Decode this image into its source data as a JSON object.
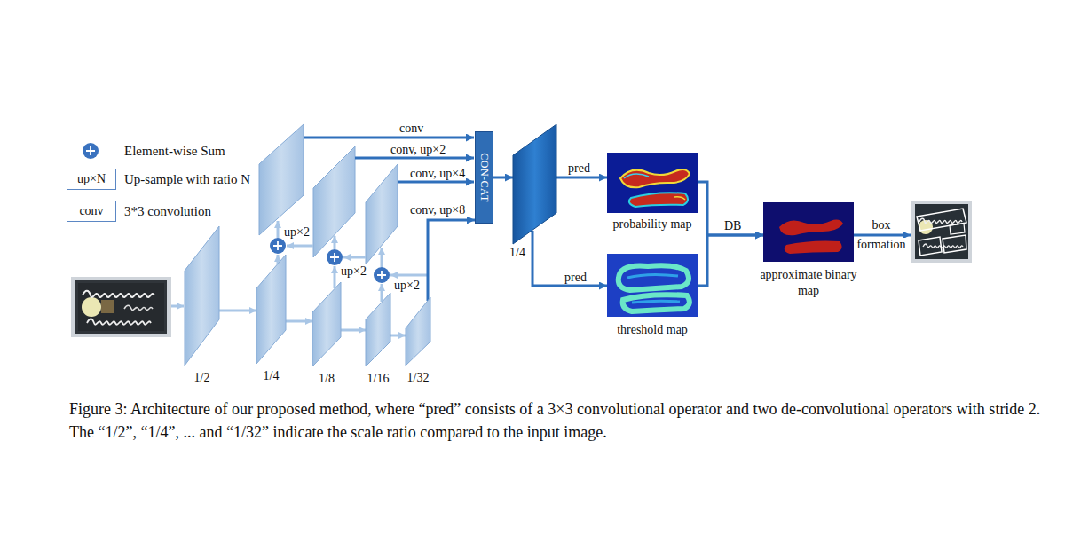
{
  "diagram": {
    "caption": "Figure 3: Architecture of our proposed method, where “pred” consists of a 3×3 convolutional operator and two de-convolutional operators with stride 2. The “1/2”, “1/4”, ... and “1/32” indicate the scale ratio compared to the input image.",
    "nodes": [
      {
        "text": [
          "up×N"
        ]
      },
      {
        "text": [
          "conv"
        ]
      },
      {
        "text": [
          "1/2"
        ]
      },
      {
        "text": [
          "1/4"
        ]
      },
      {
        "text": [
          "1/8"
        ]
      },
      {
        "text": [
          "1/16"
        ]
      },
      {
        "text": [
          "1/32"
        ]
      },
      {
        "text": [
          "CON-CAT"
        ]
      },
      {
        "text": [
          "1/4"
        ]
      },
      {
        "text": [
          "probability map"
        ]
      },
      {
        "text": [
          "threshold map"
        ]
      },
      {
        "text": [
          "approximate binary map"
        ]
      }
    ],
    "edges": [
      {
        "from": 2,
        "to": 3,
        "arrow": "to"
      },
      {
        "from": 3,
        "to": 4,
        "arrow": "to"
      },
      {
        "from": 4,
        "to": 5,
        "arrow": "to"
      },
      {
        "from": 5,
        "to": 6,
        "arrow": "to"
      },
      {
        "from": 6,
        "to": 7,
        "label": "conv, up×8",
        "arrow": "to"
      },
      {
        "from": 7,
        "to": 8,
        "arrow": "to"
      },
      {
        "from": 8,
        "to": 9,
        "label": "pred",
        "arrow": "to"
      },
      {
        "from": 8,
        "to": 10,
        "label": "pred",
        "arrow": "to"
      },
      {
        "from": 9,
        "to": 11,
        "label": "DB",
        "arrow": "to"
      },
      {
        "from": 10,
        "to": 11,
        "arrow": "to"
      }
    ],
    "labels": [
      "conv",
      "conv, up×2",
      "conv, up×4",
      "up×2",
      "up×2",
      "up×2",
      "box formation"
    ],
    "legend": [
      {
        "text": "Element-wise Sum"
      },
      {
        "text": "Up-sample with ratio N"
      },
      {
        "text": "3*3 convolution"
      }
    ]
  }
}
